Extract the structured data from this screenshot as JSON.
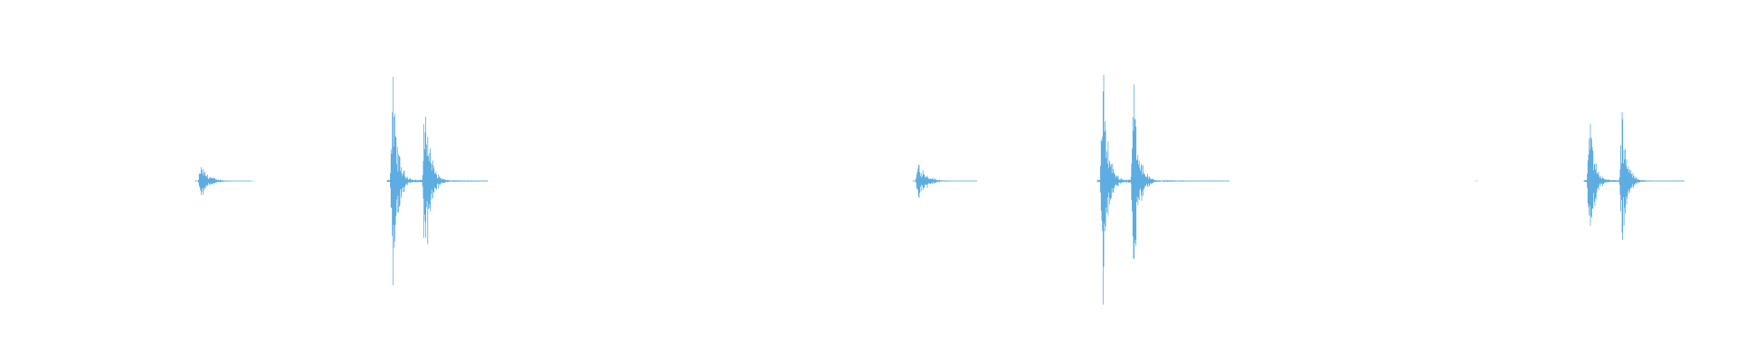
{
  "waveform": {
    "color": "#5dade2",
    "background": "#ffffff",
    "axes_visible": false,
    "grid": false,
    "bursts": [
      {
        "name": "burst-1",
        "kind": "small",
        "amplitude": 0.12,
        "decay": 0.12
      },
      {
        "name": "burst-2",
        "kind": "double",
        "amplitude": 0.7,
        "decay": 0.18
      },
      {
        "name": "burst-3",
        "kind": "small",
        "amplitude": 0.15,
        "decay": 0.12
      },
      {
        "name": "burst-4",
        "kind": "double",
        "amplitude": 0.8,
        "decay": 0.18
      },
      {
        "name": "burst-5",
        "kind": "double",
        "amplitude": 0.48,
        "decay": 0.18
      }
    ]
  }
}
